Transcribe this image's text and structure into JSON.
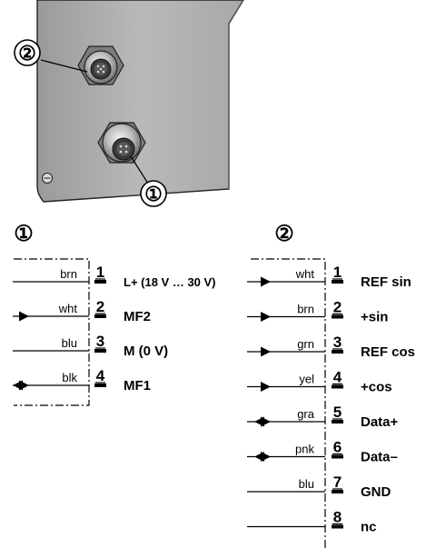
{
  "section_markers": {
    "left": "①",
    "right": "②"
  },
  "photo_callouts": {
    "top_connector": "②",
    "bottom_connector": "①"
  },
  "left_pins": [
    {
      "color": "brn",
      "num": "1",
      "signal": "L+ (18 V … 30 V)",
      "arrow": "none"
    },
    {
      "color": "wht",
      "num": "2",
      "signal": "MF2",
      "arrow": "in"
    },
    {
      "color": "blu",
      "num": "3",
      "signal": "M (0 V)",
      "arrow": "none"
    },
    {
      "color": "blk",
      "num": "4",
      "signal": "MF1",
      "arrow": "both"
    }
  ],
  "right_pins": [
    {
      "color": "wht",
      "num": "1",
      "signal": "REF sin",
      "arrow": "in"
    },
    {
      "color": "brn",
      "num": "2",
      "signal": "+sin",
      "arrow": "in"
    },
    {
      "color": "grn",
      "num": "3",
      "signal": "REF cos",
      "arrow": "in"
    },
    {
      "color": "yel",
      "num": "4",
      "signal": "+cos",
      "arrow": "in"
    },
    {
      "color": "gra",
      "num": "5",
      "signal": "Data+",
      "arrow": "both"
    },
    {
      "color": "pnk",
      "num": "6",
      "signal": "Data–",
      "arrow": "both"
    },
    {
      "color": "blu",
      "num": "7",
      "signal": "GND",
      "arrow": "none"
    },
    {
      "color": "",
      "num": "8",
      "signal": "nc",
      "arrow": "none"
    }
  ]
}
